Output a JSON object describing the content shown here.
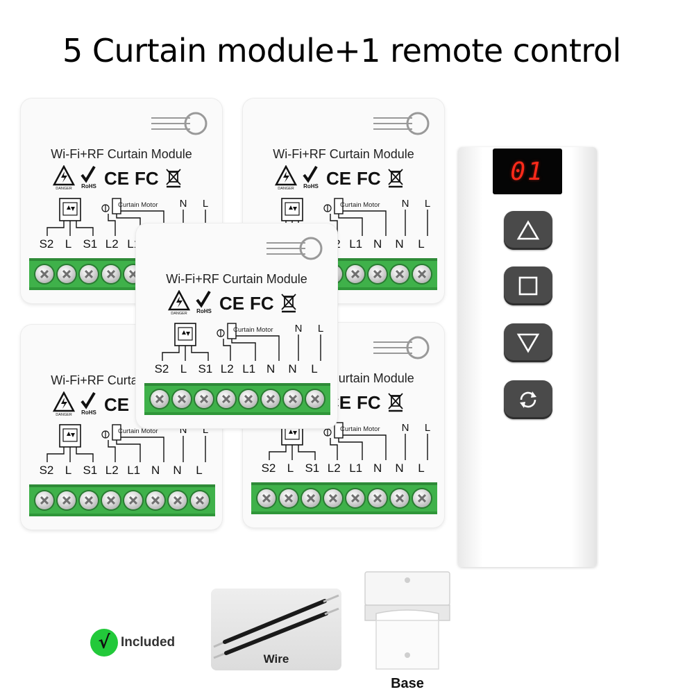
{
  "headline": "5 Curtain module+1 remote control",
  "module": {
    "title": "Wi-Fi+RF Curtain Module",
    "motor_label": "Curtain Motor",
    "cert_danger": "DANGER",
    "cert_rohs": "RoHS",
    "cert_ce": "CE",
    "cert_fc": "FC",
    "terminals_top": [
      "N",
      "L"
    ],
    "terminals": [
      "S2",
      "L",
      "S1",
      "L2",
      "L1",
      "N",
      "N",
      "L"
    ]
  },
  "modules_count": 5,
  "remote": {
    "display": "01",
    "buttons": [
      "up-triangle-icon",
      "stop-square-icon",
      "down-triangle-icon",
      "reverse-cycle-icon"
    ]
  },
  "accessories": {
    "included_mark": "√",
    "included_label": "Included",
    "wire_label": "Wire",
    "base_label": "Base"
  },
  "colors": {
    "terminal_green": "#3fb14a",
    "display_red": "#ff2a1a",
    "button_gray": "#4a4a4a",
    "included_green": "#22c93a"
  }
}
